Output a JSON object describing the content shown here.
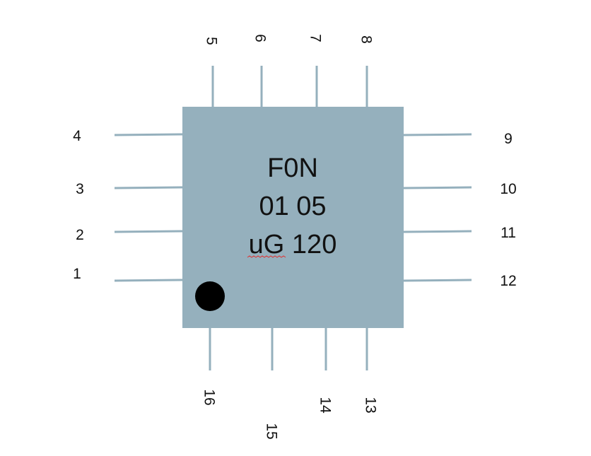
{
  "chip": {
    "marking_lines": [
      "F0N",
      "01 05",
      "uG 120"
    ],
    "body_color": "#95b0bd",
    "pin_color": "#95b0bd",
    "pin1_marker": "filled-circle-dot"
  },
  "pins": {
    "left": [
      "4",
      "3",
      "2",
      "1"
    ],
    "top": [
      "5",
      "6",
      "7",
      "8"
    ],
    "right": [
      "9",
      "10",
      "11",
      "12"
    ],
    "bottom": [
      "16",
      "15",
      "14",
      "13"
    ]
  }
}
